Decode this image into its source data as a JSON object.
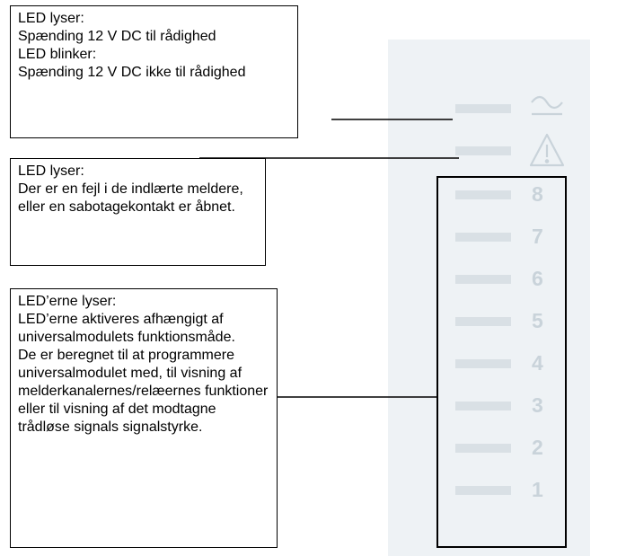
{
  "callouts": [
    {
      "lines": [
        "LED lyser:",
        "Spænding 12 V DC til rådighed",
        "LED blinker:",
        "Spænding 12 V DC ikke til rådighed"
      ]
    },
    {
      "lines": [
        "LED lyser:",
        "Der er en fejl i de indlærte meldere, eller en sabotagekontakt er åbnet."
      ]
    },
    {
      "lines": [
        "LED’erne lyser:",
        "LED’erne aktiveres afhængigt af universalmodulets funktionsmåde.",
        "De er beregnet til at programmere universalmodulet med, til visning af melderkanalernes/relæernes funktioner eller til visning af det modtagne trådløse signals signalstyrke."
      ]
    }
  ],
  "panel": {
    "icons": [
      "power-supply-icon",
      "warning-triangle-icon"
    ],
    "zone_numbers": [
      "8",
      "7",
      "6",
      "5",
      "4",
      "3",
      "2",
      "1"
    ]
  },
  "colors": {
    "panel": "#eef2f5",
    "led": "#d9e0e5",
    "symbol": "#c9d3da",
    "line": "#000000"
  }
}
